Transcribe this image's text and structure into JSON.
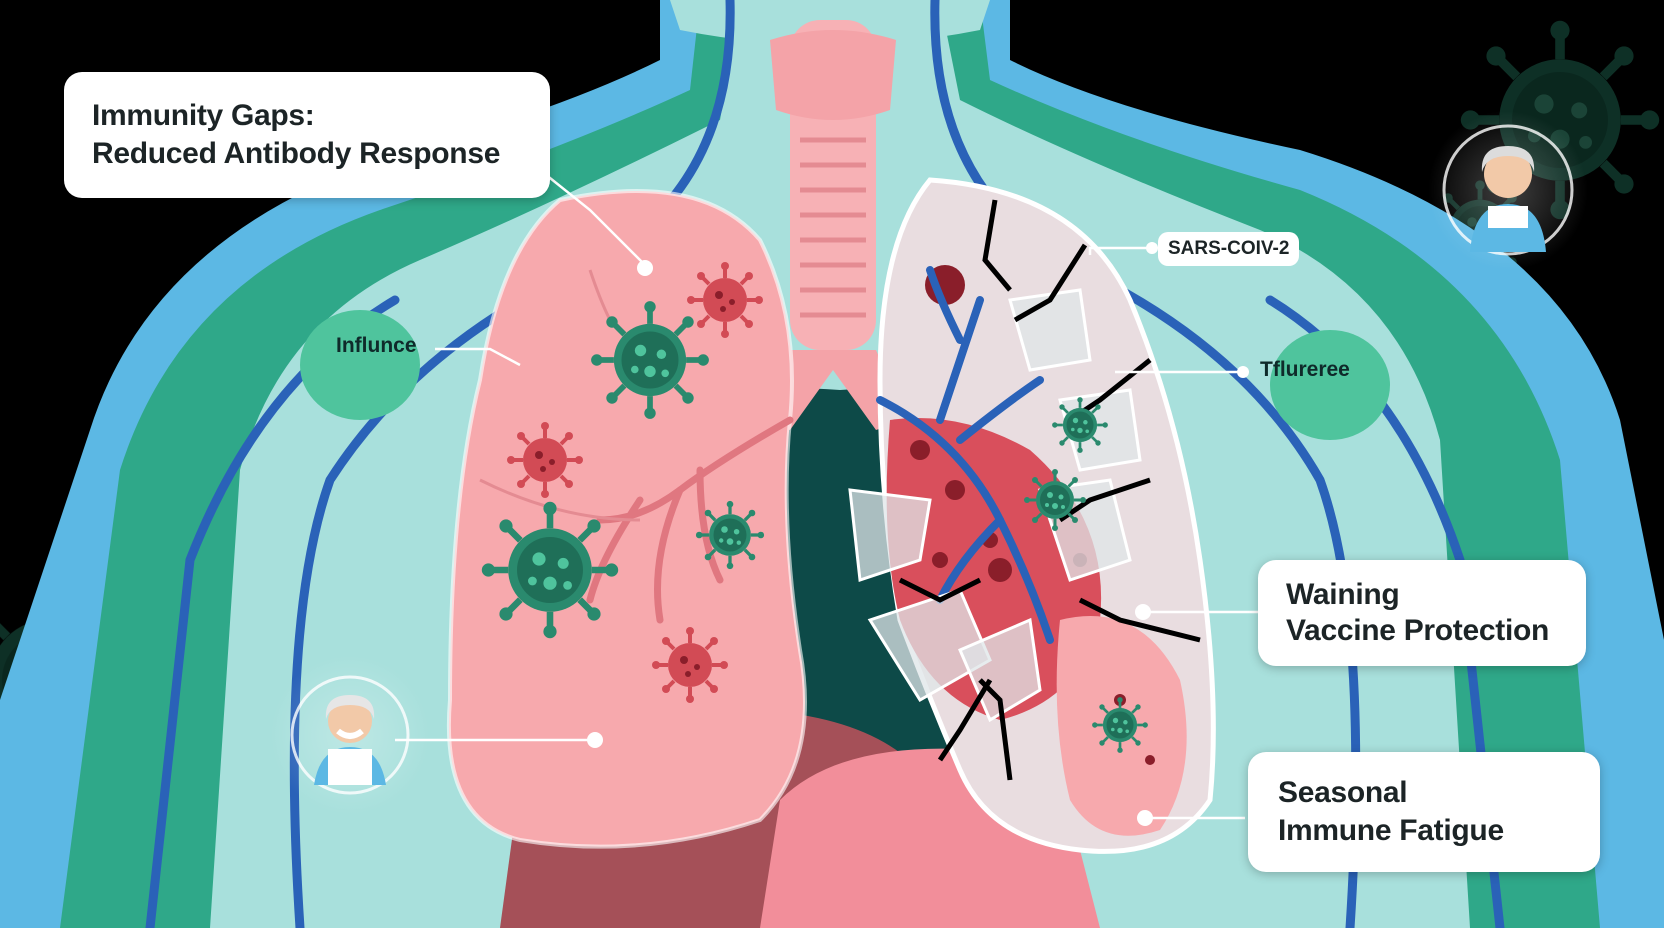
{
  "callouts": {
    "immunity_gaps": {
      "line1": "Immunity Gaps:",
      "line2": "Reduced Antibody Response"
    },
    "waning_vaccine": {
      "line1": "Waining",
      "line2": "Vaccine Protection"
    },
    "seasonal_fatigue": {
      "line1": "Seasonal",
      "line2": "Immune Fatigue"
    }
  },
  "labels": {
    "influence": "Influnce",
    "sars": "SARS-COIV-2",
    "tflureree": "Tflureree"
  },
  "colors": {
    "background": "#000000",
    "body_outer": "#5cb8e4",
    "body_mid": "#2fa889",
    "body_inner": "#a8e0dc",
    "lung_left": "#f7a9ad",
    "lung_right_damaged": "#d94f5c",
    "virus_green": "#2a8a6e",
    "virus_red": "#d24b55",
    "callout_bg": "#ffffff"
  },
  "icons": [
    "virus-icon",
    "elderly-person-icon",
    "crack-icon"
  ]
}
